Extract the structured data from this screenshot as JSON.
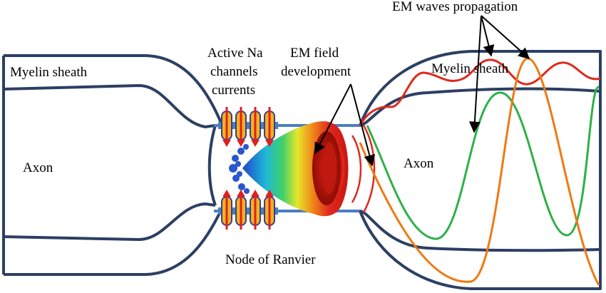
{
  "labels": {
    "em_waves": "EM waves propagation",
    "active_na_1": "Active Na",
    "active_na_2": "channels",
    "active_na_3": "currents",
    "em_field_1": "EM field",
    "em_field_2": "development",
    "myelin_left": "Myelin sheath",
    "myelin_right": "Myelin sheath",
    "axon_left": "Axon",
    "axon_right": "Axon",
    "node": "Node of Ranvier"
  },
  "colors": {
    "outline": "#2c3f63",
    "axon_link": "#4a7fc0",
    "wave_red": "#e0281e",
    "wave_green": "#2fb04a",
    "wave_orange": "#ee7a12",
    "channel_fill": "#f2b21c",
    "channel_stroke": "#3a3f8f",
    "arrow_red": "#e02020"
  }
}
